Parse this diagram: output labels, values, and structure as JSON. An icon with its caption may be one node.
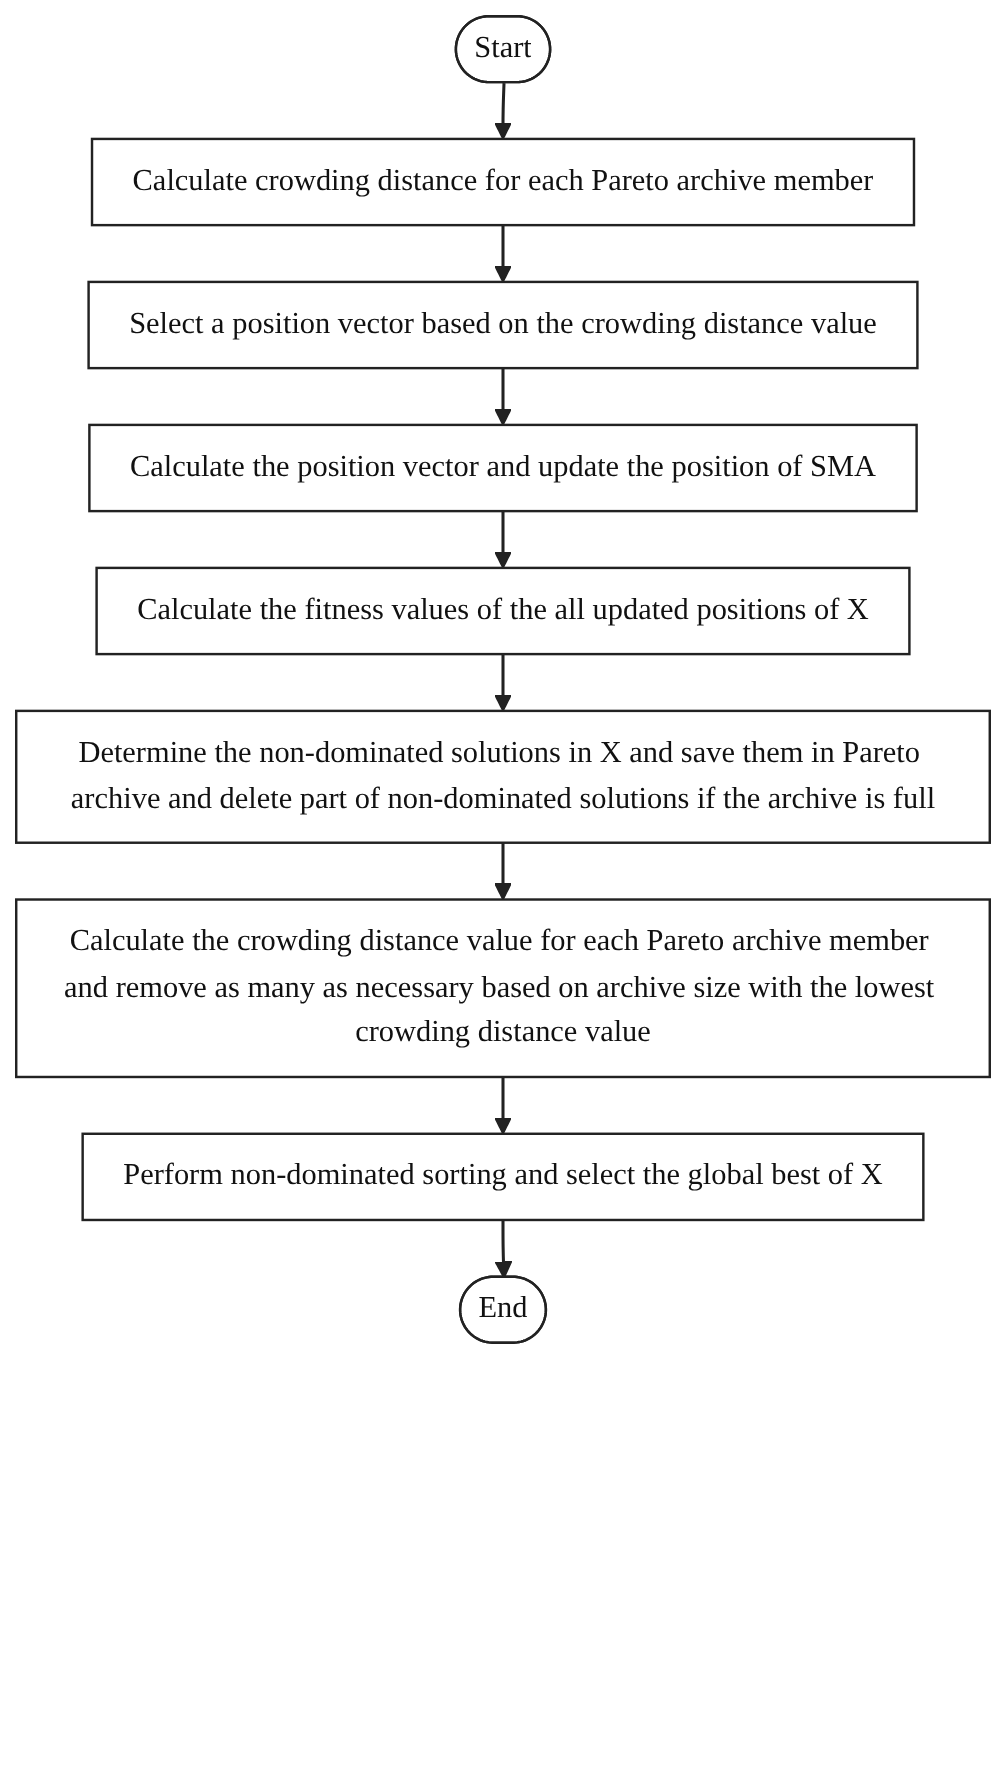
{
  "diagram": {
    "nodes": [
      {
        "text": [
          "Start"
        ]
      },
      {
        "text": [
          "Calculate crowding distance for each Pareto archive member"
        ]
      },
      {
        "text": [
          "Select a position vector based on the crowding distance value"
        ]
      },
      {
        "text": [
          "Calculate the position vector and update the position of SMA"
        ]
      },
      {
        "text": [
          "Calculate the fitness values of the all updated positions of X"
        ]
      },
      {
        "text": [
          "Determine the non-dominated solutions in X and save them in Pareto archive and delete part of non-dominated solutions if the archive is full"
        ]
      },
      {
        "text": [
          "Calculate the crowding distance value for each Pareto archive member and remove as many as necessary based on archive size with the lowest crowding distance value"
        ]
      },
      {
        "text": [
          "Perform non-dominated sorting and select the global best of X"
        ]
      },
      {
        "text": [
          "End"
        ]
      }
    ],
    "edges": [
      {
        "from": 0,
        "to": 1,
        "arrow": "to"
      },
      {
        "from": 1,
        "to": 2,
        "arrow": "to"
      },
      {
        "from": 2,
        "to": 3,
        "arrow": "to"
      },
      {
        "from": 3,
        "to": 4,
        "arrow": "to"
      },
      {
        "from": 4,
        "to": 5,
        "arrow": "to"
      },
      {
        "from": 5,
        "to": 6,
        "arrow": "to"
      },
      {
        "from": 6,
        "to": 7,
        "arrow": "to"
      },
      {
        "from": 7,
        "to": 8,
        "arrow": "to"
      }
    ]
  }
}
